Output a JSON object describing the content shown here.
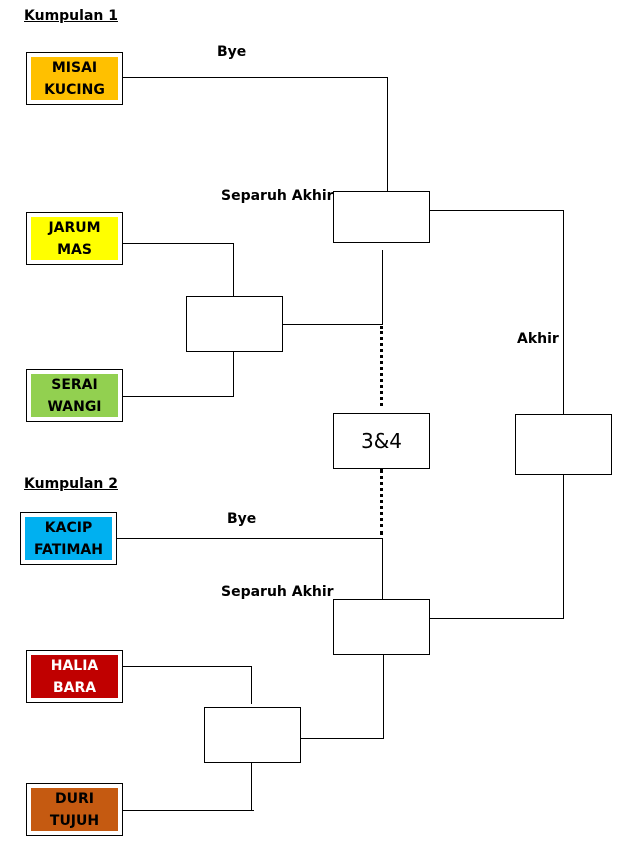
{
  "groups": [
    {
      "title": "Kumpulan 1",
      "bye_label": "Bye",
      "semi_label": "Separuh Akhir"
    },
    {
      "title": "Kumpulan 2",
      "bye_label": "Bye",
      "semi_label": "Separuh Akhir"
    }
  ],
  "final_label": "Akhir",
  "third_place_label": "3&4",
  "teams": [
    {
      "line1": "MISAI",
      "line2": "KUCING",
      "color": "#FFC000",
      "text_color": "#000000"
    },
    {
      "line1": "JARUM",
      "line2": "MAS",
      "color": "#FFFF00",
      "text_color": "#000000"
    },
    {
      "line1": "SERAI",
      "line2": "WANGI",
      "color": "#92D050",
      "text_color": "#000000"
    },
    {
      "line1": "KACIP",
      "line2": "FATIMAH",
      "color": "#00B0F0",
      "text_color": "#000000"
    },
    {
      "line1": "HALIA",
      "line2": "BARA",
      "color": "#C00000",
      "text_color": "#FFFFFF"
    },
    {
      "line1": "DURI",
      "line2": "TUJUH",
      "color": "#C55A11",
      "text_color": "#000000"
    }
  ]
}
